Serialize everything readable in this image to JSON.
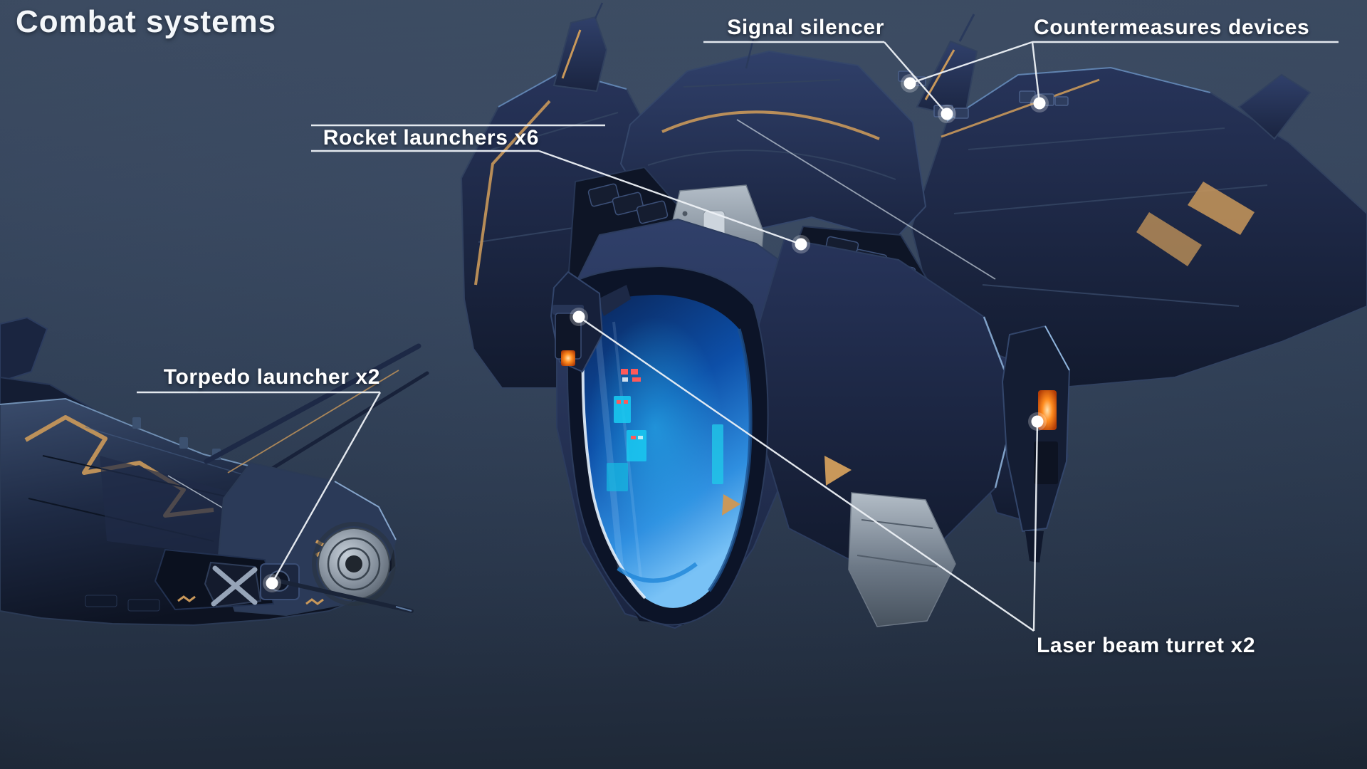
{
  "title": "Combat systems",
  "callouts": {
    "signal_silencer": {
      "label": "Signal silencer"
    },
    "countermeasures": {
      "label": "Countermeasures devices"
    },
    "rocket_launchers": {
      "label": "Rocket launchers x6"
    },
    "torpedo_launcher": {
      "label": "Torpedo launcher x2"
    },
    "laser_turret": {
      "label": "Laser beam turret x2"
    }
  },
  "colors": {
    "background_top": "#3b4a60",
    "background_bottom": "#1d2735",
    "label_text": "#ffffff",
    "callout_line": "#eef2f7",
    "hull_accent_tan": "#c9985a",
    "weapon_glow_orange": "#ff8c1f",
    "cockpit_glow_blue": "#2e8fe8"
  }
}
